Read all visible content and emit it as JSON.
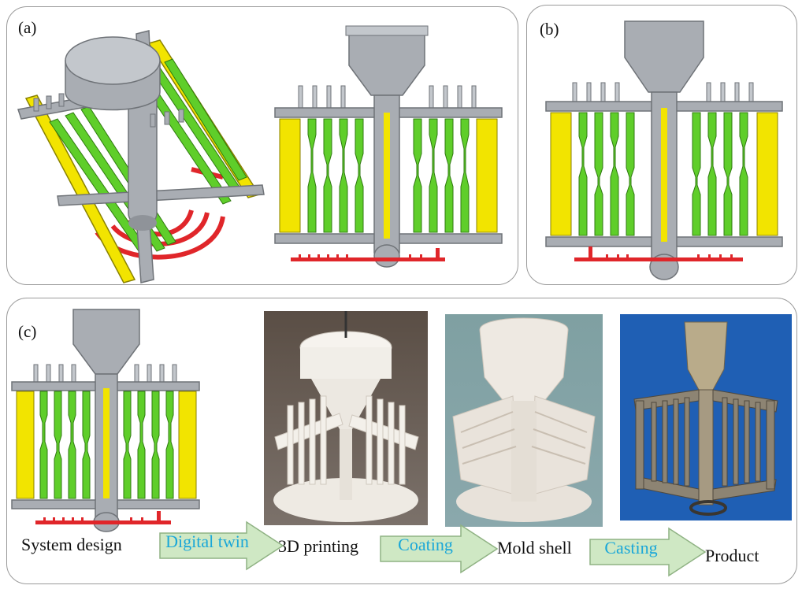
{
  "panels": {
    "a": {
      "label": "(a)"
    },
    "b": {
      "label": "(b)"
    },
    "c": {
      "label": "(c)"
    }
  },
  "workflow": {
    "steps": [
      "System design",
      "3D printing",
      "Mold shell",
      "Product"
    ],
    "arrows": [
      "Digital twin",
      "Coating",
      "Casting"
    ]
  },
  "colors": {
    "frame_gray": "#a9adb3",
    "frame_edge": "#6f7378",
    "bar_yellow": "#f2e400",
    "tree_green": "#5fce2a",
    "runner_red": "#e0262a",
    "arrow_fill": "#cfe8c4",
    "arrow_text": "#1aa7d8"
  }
}
